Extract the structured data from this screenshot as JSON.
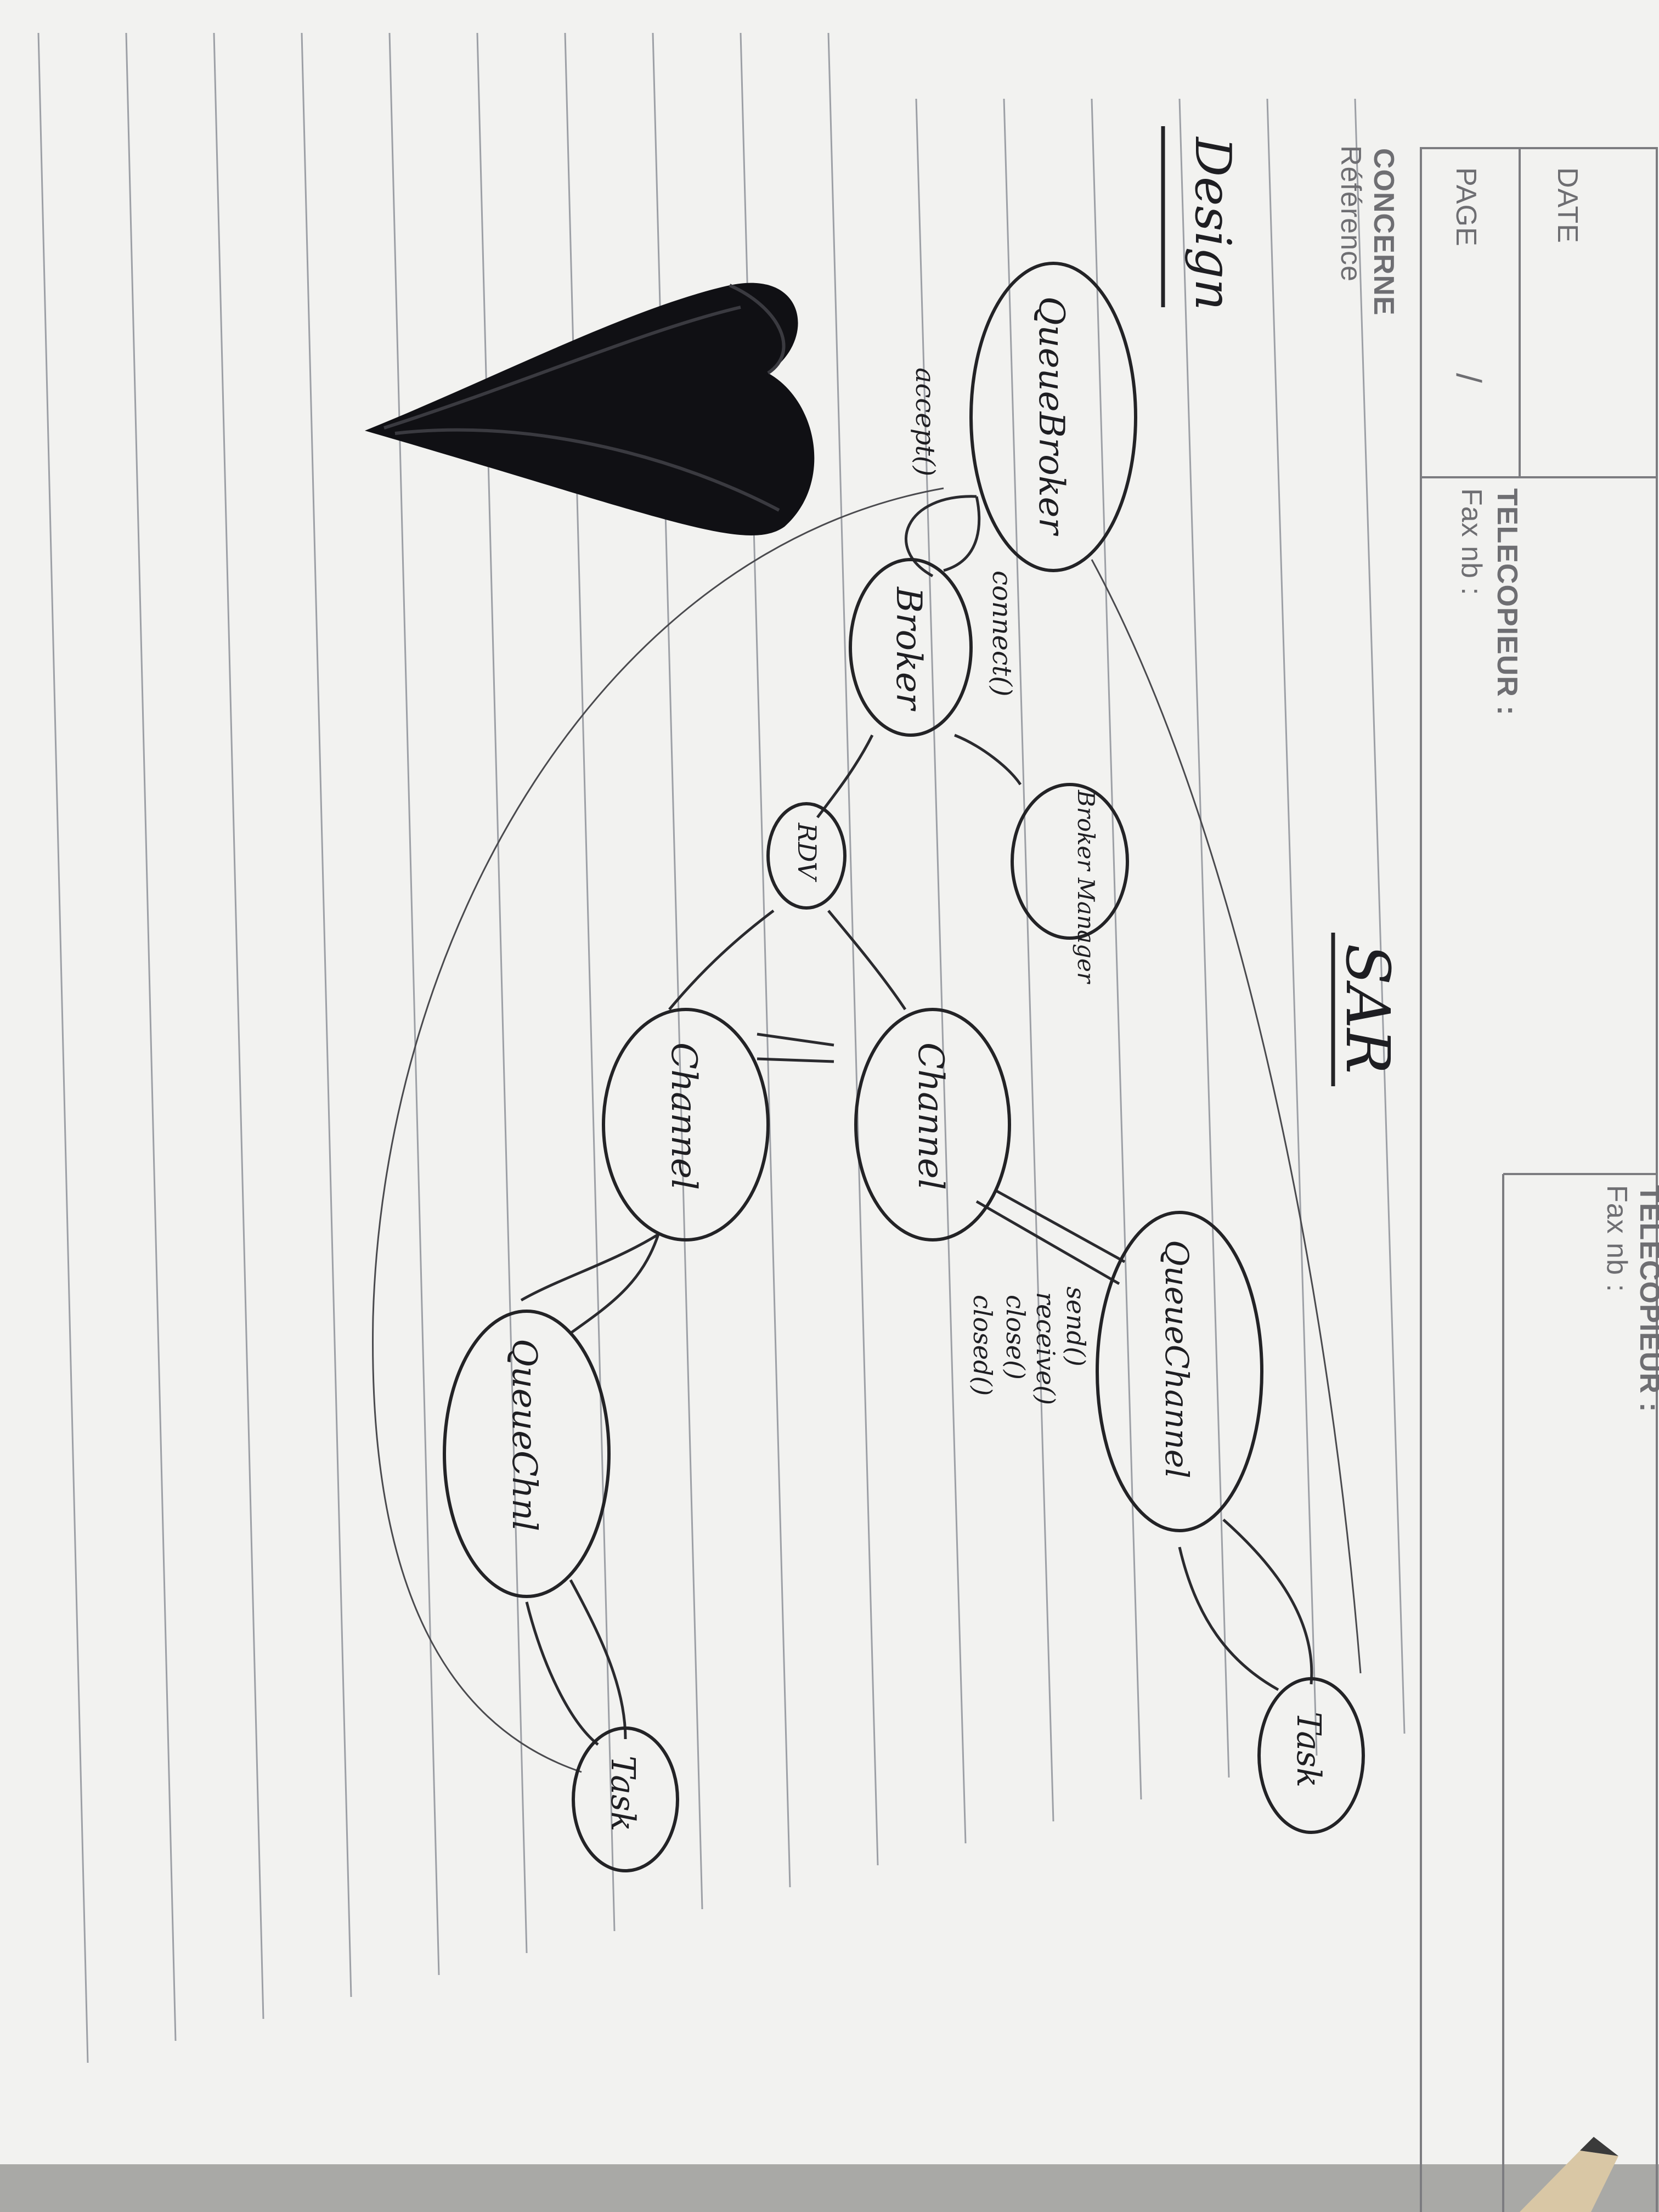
{
  "header": {
    "date_label": "DATE",
    "page_label": "PAGE",
    "page_value": "/",
    "concerne_label": "CONCERNE",
    "reference_label": "Référence",
    "telecopieur_label_1": "TELECOPIEUR :",
    "fax_label_1": "Fax nb :",
    "telecopieur_label_2": "TELECOPIEUR :",
    "fax_label_2": "Fax nb :"
  },
  "notes": {
    "design_title": "Design",
    "star_title": "SAR"
  },
  "diagram": {
    "nodes": {
      "queue_broker": "QueueBroker",
      "broker": "Broker",
      "broker_manager": "Broker Manager",
      "rdv": "RDV",
      "channel_left": "Channel",
      "channel_right": "Channel",
      "queue_channel_left": "QueueChnl",
      "queue_channel_right": "QueueChannel",
      "task_left": "Task",
      "task_right": "Task"
    },
    "edge_labels": {
      "accept": "accept()",
      "connect": "connect()",
      "send": "send()",
      "receive": "receive()",
      "close": "close()",
      "closed": "closed()"
    }
  },
  "colors": {
    "paper": "#f3f3f1",
    "ink": "#1e1e22",
    "rule_line": "#9da0a6",
    "header_text": "#6e6e72",
    "background": "#9a9a98"
  }
}
